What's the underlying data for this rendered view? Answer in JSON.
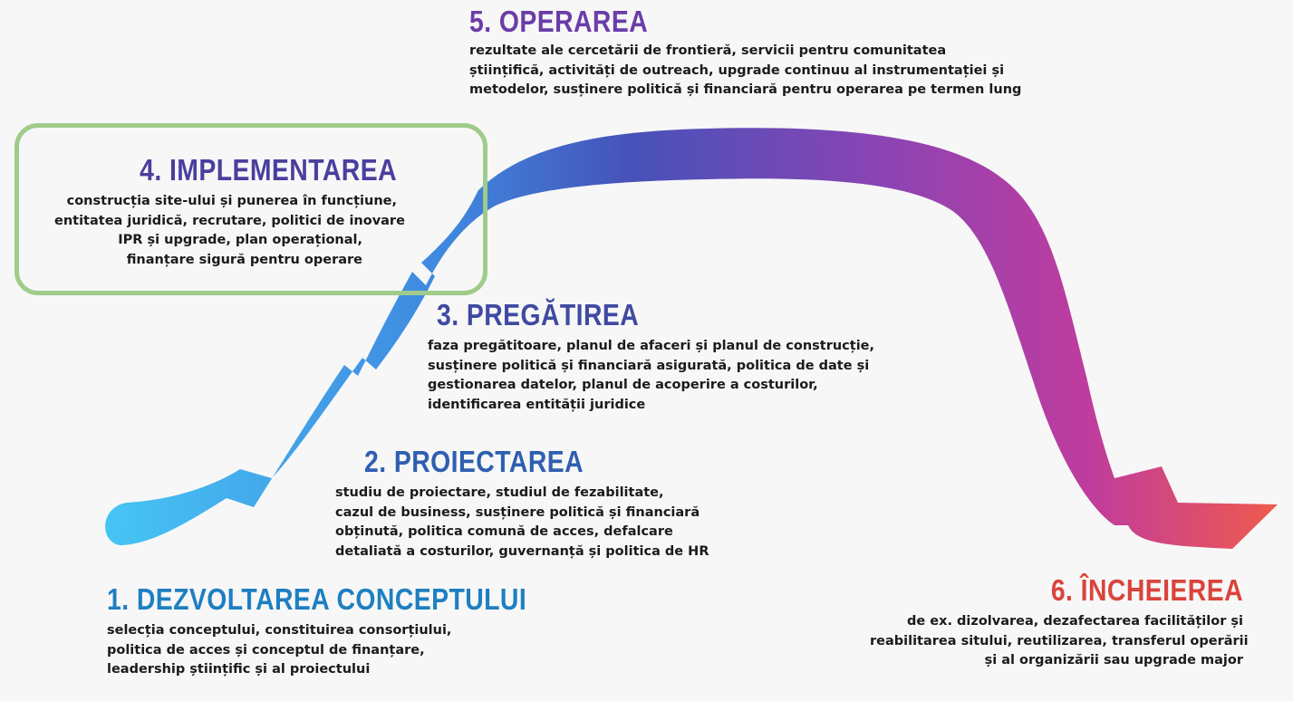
{
  "colors": {
    "gradient_start": "#46c6f5",
    "gradient_mid1": "#3f86de",
    "gradient_mid2": "#4652b8",
    "gradient_mid3": "#8a44b4",
    "gradient_mid4": "#c03c9e",
    "gradient_end": "#f05a4c",
    "highlight_border": "#9fcc8a"
  },
  "stages": [
    {
      "title": "1. DEZVOLTAREA CONCEPTULUI",
      "color": "#1e7fc1",
      "lines": [
        "selecția conceptului, constituirea consorțiului,",
        "politica de acces și conceptul de finanțare,",
        "leadership științific și al proiectului"
      ]
    },
    {
      "title": "2. PROIECTAREA",
      "color": "#2f5fb0",
      "lines": [
        "studiu de proiectare, studiul de fezabilitate,",
        "cazul de business, susținere politică și financiară",
        "obținută, politica comună de acces, defalcare",
        "detaliată a costurilor, guvernanță și politica de HR"
      ]
    },
    {
      "title": "3. PREGĂTIREA",
      "color": "#3f4aa2",
      "lines": [
        "faza pregătitoare, planul de afaceri și planul de construcție,",
        "susținere politică și financiară asigurată, politica de date și",
        "gestionarea datelor, planul de acoperire a costurilor,",
        "identificarea entității juridice"
      ]
    },
    {
      "title": "4. IMPLEMENTAREA",
      "color": "#4a3f9e",
      "lines": [
        "construcția site-ului și punerea în funcțiune,",
        "entitatea juridică, recrutare, politici de inovare",
        "IPR și upgrade, plan operațional,",
        "finanțare sigură pentru operare"
      ]
    },
    {
      "title": "5. OPERAREA",
      "color": "#6a3da8",
      "lines": [
        "rezultate ale cercetării de frontieră, servicii pentru comunitatea",
        "științifică, activități de outreach, upgrade continuu al instrumentației și",
        "metodelor, susținere politică și financiară pentru operarea pe termen lung"
      ]
    },
    {
      "title": "6. ÎNCHEIEREA",
      "color": "#d9443c",
      "lines": [
        "de ex. dizolvarea, dezafectarea facilităților și",
        "reabilitarea sitului, reutilizarea, transferul operării",
        "și al organizării sau upgrade major"
      ]
    }
  ]
}
